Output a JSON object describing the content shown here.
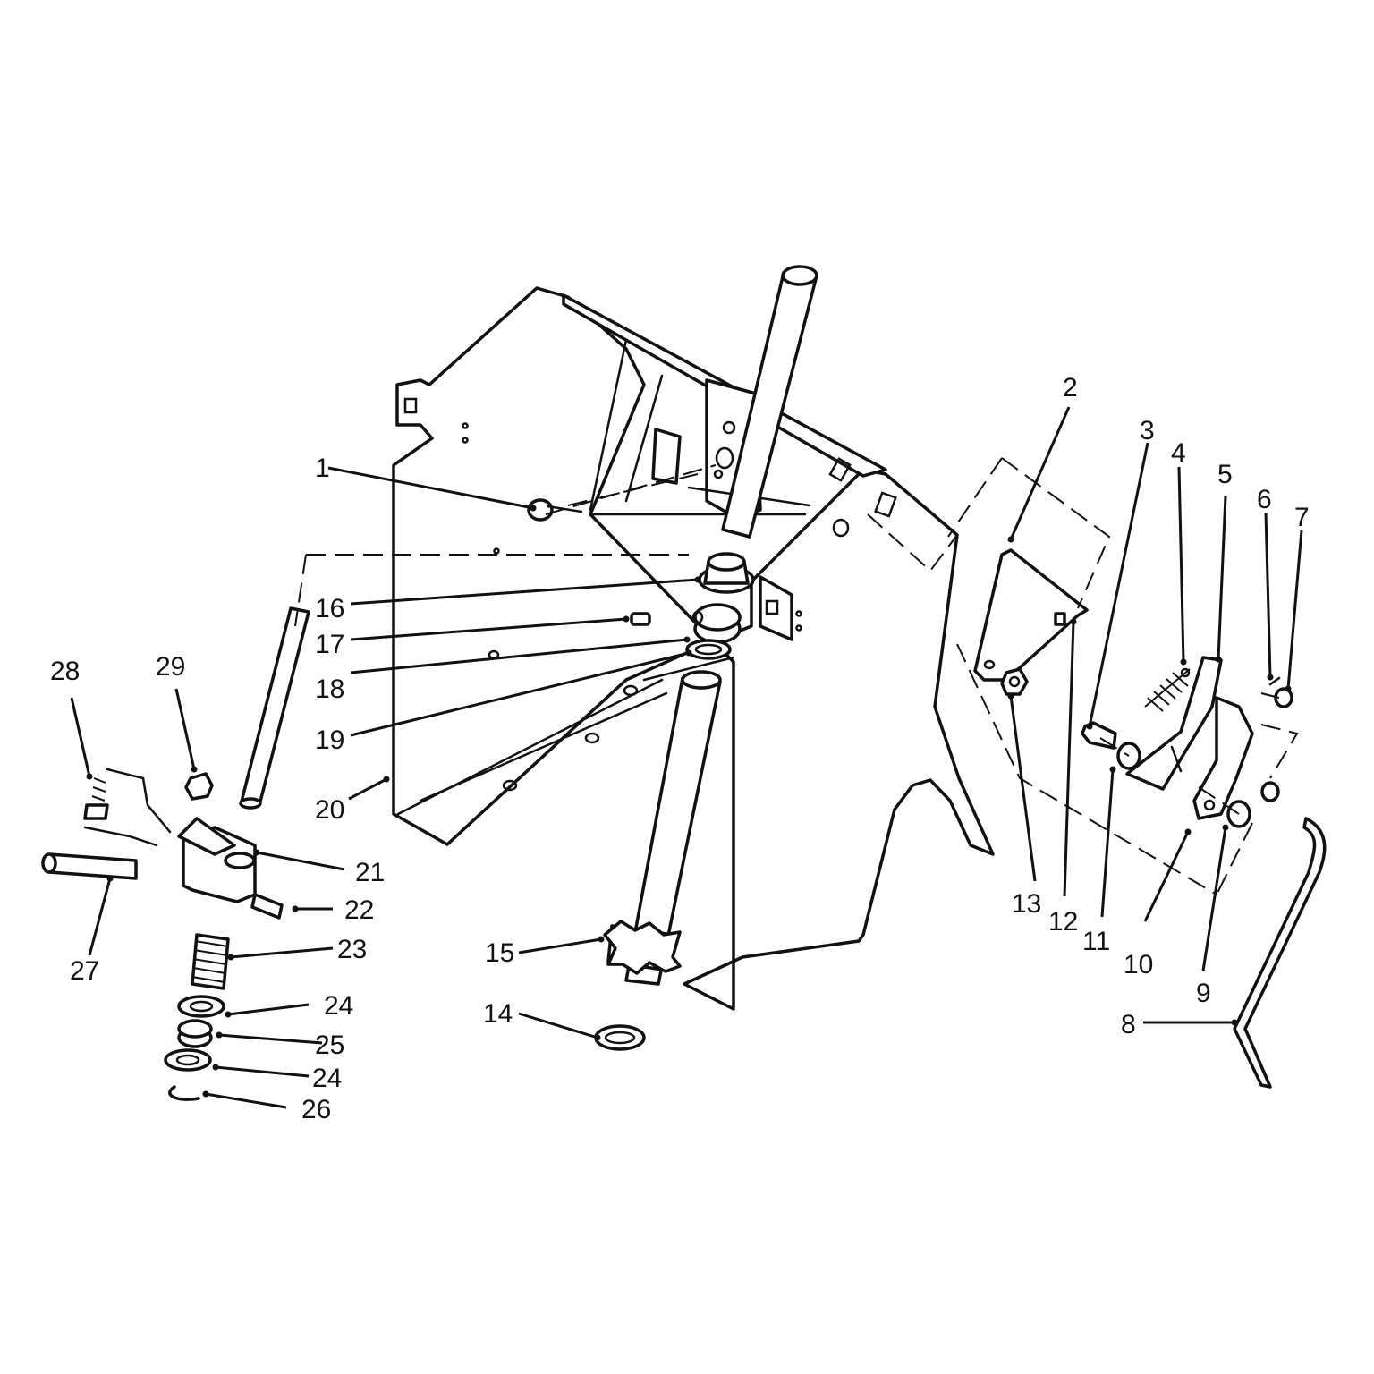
{
  "diagram": {
    "type": "exploded-parts-view",
    "callouts": [
      "1",
      "2",
      "3",
      "4",
      "5",
      "6",
      "7",
      "8",
      "9",
      "10",
      "11",
      "12",
      "13",
      "14",
      "15",
      "16",
      "17",
      "18",
      "19",
      "20",
      "21",
      "22",
      "23",
      "24",
      "25",
      "24",
      "26",
      "27",
      "28",
      "29"
    ]
  }
}
